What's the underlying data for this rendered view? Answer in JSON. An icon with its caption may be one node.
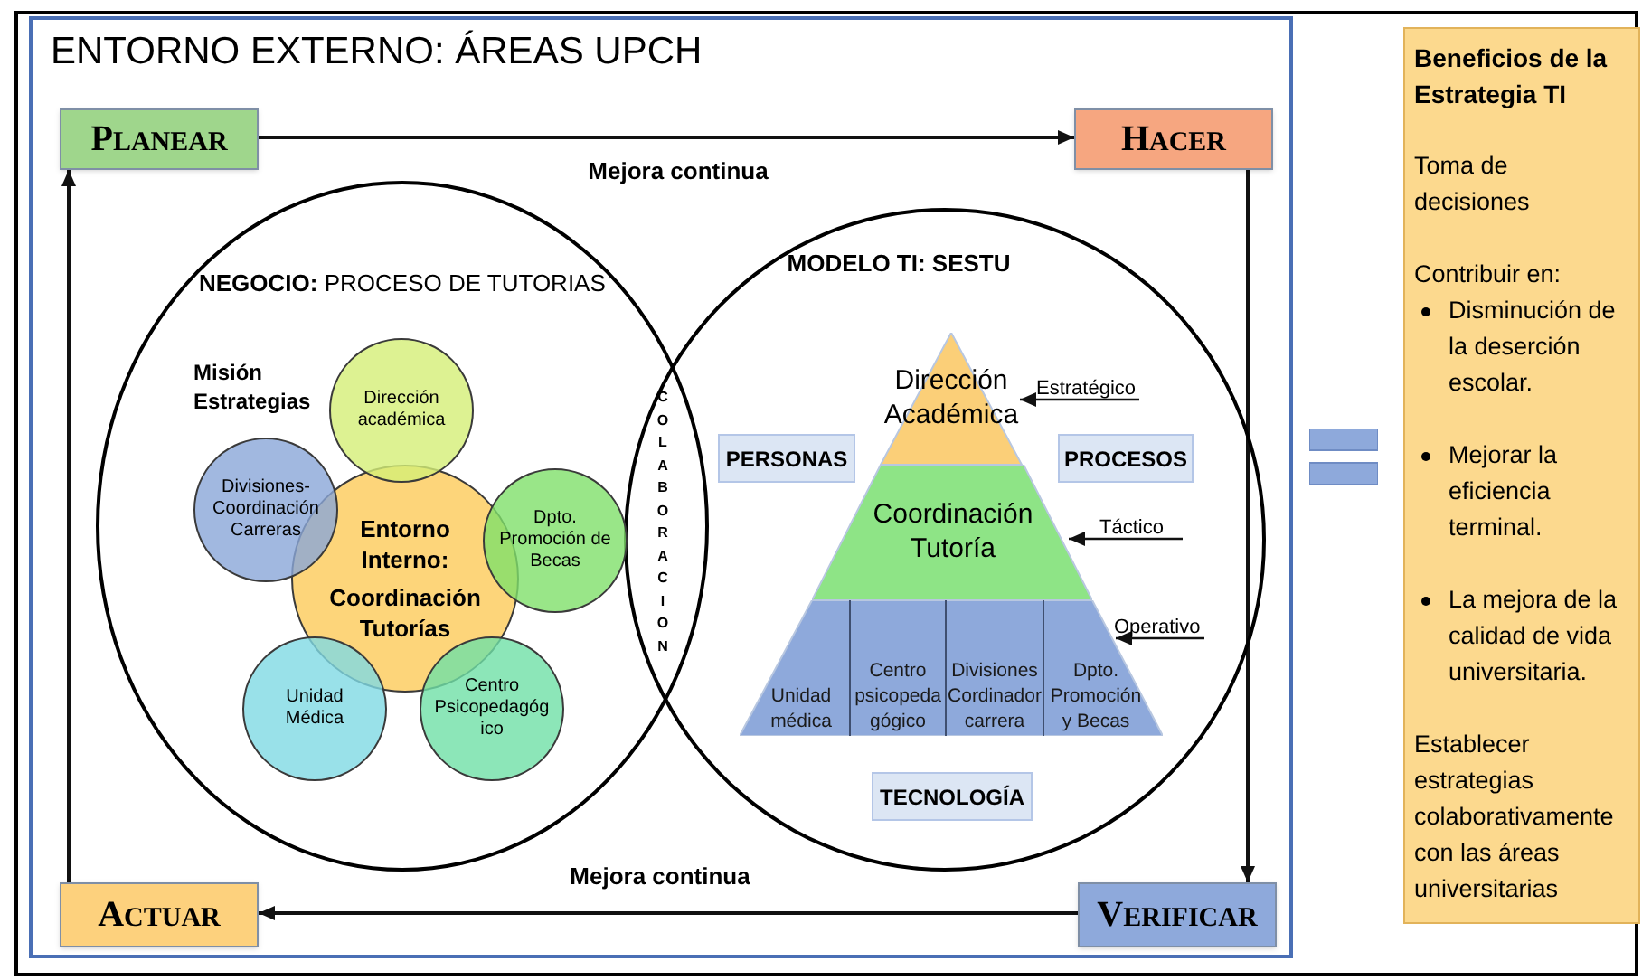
{
  "diagram": {
    "title": "ENTORNO EXTERNO: ÁREAS UPCH",
    "nodes": [
      {
        "text": [
          "PLANEAR"
        ]
      },
      {
        "text": [
          "HACER"
        ]
      },
      {
        "text": [
          "VERIFICAR"
        ]
      },
      {
        "text": [
          "ACTUAR"
        ]
      },
      {
        "text": [
          "**NEGOCIO:** PROCESO DE TUTORIAS",
          "Misión Estrategias"
        ]
      },
      {
        "text": [
          "MODELO TI: SESTU"
        ]
      },
      {
        "text": [
          "Dirección académica"
        ],
        "in": 4
      },
      {
        "text": [
          "Divisiones-Coordinación Carreras"
        ],
        "in": 4
      },
      {
        "text": [
          "Entorno Interno:",
          "Coordinación Tutorías"
        ],
        "in": 4
      },
      {
        "text": [
          "Dpto. Promoción de Becas"
        ],
        "in": 4
      },
      {
        "text": [
          "Unidad Médica"
        ],
        "in": 4
      },
      {
        "text": [
          "Centro Psicopedagógico"
        ],
        "in": 4
      },
      {
        "text": [
          "Dirección Académica"
        ],
        "in": 5
      },
      {
        "text": [
          "Coordinación Tutoría"
        ],
        "in": 5
      },
      {
        "text": [],
        "shape": "trapezoid",
        "in": 5
      },
      {
        "text": [
          "Unidad médica"
        ],
        "in": 14
      },
      {
        "text": [
          "Centro psicopedagógico"
        ],
        "in": 14
      },
      {
        "text": [
          "Divisiones Cordinador carrera"
        ],
        "in": 14
      },
      {
        "text": [
          "Dpto. Promoción y Becas"
        ],
        "in": 14
      },
      {
        "text": [
          "PERSONAS"
        ],
        "in": 5
      },
      {
        "text": [
          "PROCESOS"
        ],
        "in": 5
      },
      {
        "text": [
          "TECNOLOGÍA"
        ],
        "in": 5
      },
      {
        "text": [
          "Estratégico"
        ],
        "in": 5
      },
      {
        "text": [
          "Táctico"
        ],
        "in": 5
      },
      {
        "text": [
          "Operativo"
        ],
        "in": 5
      },
      {
        "text": [
          "Beneficios de la Estrategia TI",
          "Toma de decisiones",
          "Contribuir en:",
          "Disminución de la deserción escolar.",
          "Mejorar la eficiencia terminal.",
          "La mejora de la calidad de vida universitaria.",
          "Establecer estrategias colaborativamente con las áreas universitarias"
        ]
      }
    ],
    "edges": [
      {
        "from": 0,
        "to": 1,
        "arrow": "to",
        "label": "Mejora continua"
      },
      {
        "from": 1,
        "to": 2,
        "arrow": "to"
      },
      {
        "from": 2,
        "to": 3,
        "arrow": "to",
        "label": "Mejora continua"
      },
      {
        "from": 3,
        "to": 0,
        "arrow": "to"
      },
      {
        "from": 22,
        "to": 12,
        "arrow": "to"
      },
      {
        "from": 23,
        "to": 13,
        "arrow": "to"
      },
      {
        "from": 24,
        "to": 14,
        "arrow": "to"
      }
    ],
    "labels": [
      "COLABORACION"
    ]
  }
}
